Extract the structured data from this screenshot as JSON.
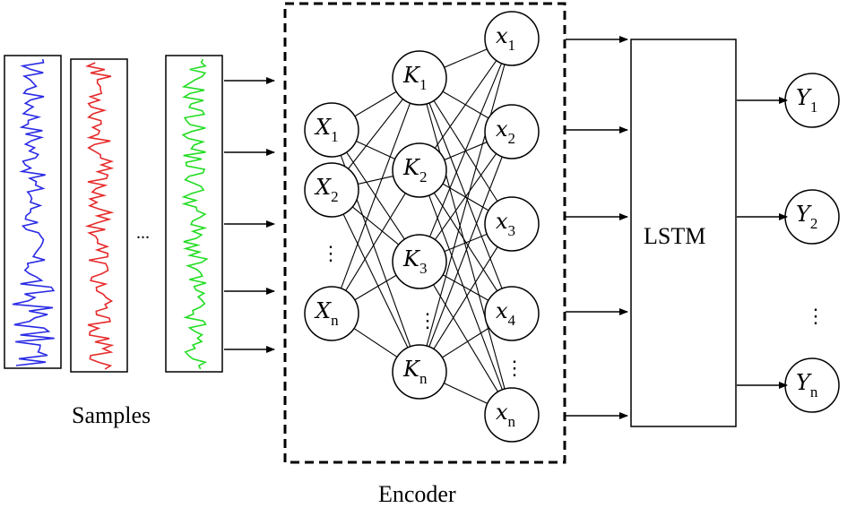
{
  "labels": {
    "samples": "Samples",
    "encoder": "Encoder",
    "lstm": "LSTM",
    "ellipsis": "..."
  },
  "input_nodes": [
    {
      "base": "X",
      "sub": "1"
    },
    {
      "base": "X",
      "sub": "2"
    },
    {
      "base": "X",
      "sub": "n"
    }
  ],
  "hidden_nodes": [
    {
      "base": "K",
      "sub": "1"
    },
    {
      "base": "K",
      "sub": "2"
    },
    {
      "base": "K",
      "sub": "3"
    },
    {
      "base": "K",
      "sub": "n"
    }
  ],
  "code_nodes": [
    {
      "base": "x",
      "sub": "1"
    },
    {
      "base": "x",
      "sub": "2"
    },
    {
      "base": "x",
      "sub": "3"
    },
    {
      "base": "x",
      "sub": "4"
    },
    {
      "base": "x",
      "sub": "n"
    }
  ],
  "output_nodes": [
    {
      "base": "Y",
      "sub": "1"
    },
    {
      "base": "Y",
      "sub": "2"
    },
    {
      "base": "Y",
      "sub": "n"
    }
  ],
  "colors": {
    "sample_1": "#2a2ae6",
    "sample_2": "#e62a2a",
    "sample_3": "#22dd22",
    "line": "#000000"
  }
}
